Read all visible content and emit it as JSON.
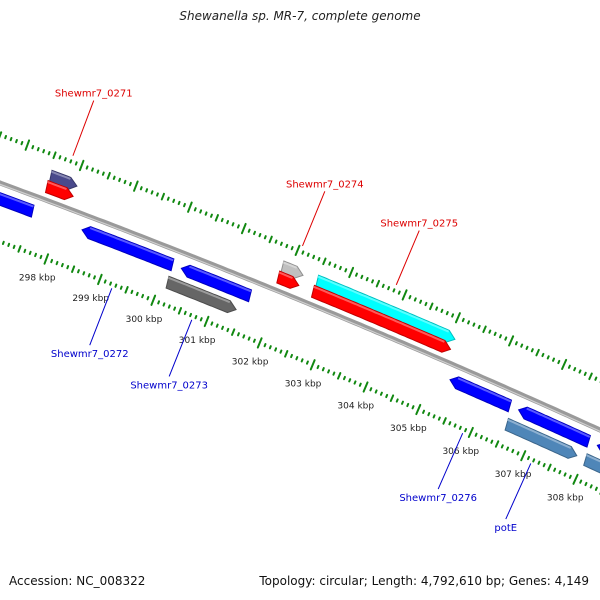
{
  "title": "Shewanella sp. MR-7, complete genome",
  "footer": {
    "accession": "Accession: NC_008322",
    "summary": "Topology: circular; Length: 4,792,610 bp; Genes: 4,149"
  },
  "colors": {
    "backbone": "#8a8a8a",
    "ticks": "#118811",
    "label_forward": "#dd0000",
    "label_reverse": "#0000cc"
  },
  "tick_labels": [
    "298 kbp",
    "299 kbp",
    "300 kbp",
    "301 kbp",
    "302 kbp",
    "303 kbp",
    "304 kbp",
    "305 kbp",
    "306 kbp",
    "307 kbp",
    "308 kbp"
  ],
  "tick_kbp": [
    298,
    299,
    300,
    301,
    302,
    303,
    304,
    305,
    306,
    307,
    308
  ],
  "genes": [
    {
      "name": "Shewmr7_0271",
      "start_kbp": 297.55,
      "end_kbp": 298.05,
      "track": "outer2",
      "color": "#4a4a8c",
      "strand": "+",
      "label": "Shewmr7_0271",
      "label_side": "top"
    },
    {
      "name": "gene-a",
      "start_kbp": 297.55,
      "end_kbp": 298.05,
      "track": "outer1",
      "color": "#ff0000",
      "strand": "+",
      "label": ""
    },
    {
      "name": "gene-b",
      "start_kbp": 296.0,
      "end_kbp": 297.5,
      "track": "inner1",
      "color": "#0000ff",
      "strand": "-",
      "label": ""
    },
    {
      "name": "Shewmr7_0272",
      "start_kbp": 298.4,
      "end_kbp": 300.1,
      "track": "inner1",
      "color": "#0000ff",
      "strand": "-",
      "label": "Shewmr7_0272",
      "label_side": "bottom"
    },
    {
      "name": "gene-c",
      "start_kbp": 300.25,
      "end_kbp": 301.55,
      "track": "inner1",
      "color": "#0000ff",
      "strand": "-",
      "label": ""
    },
    {
      "name": "Shewmr7_0273",
      "start_kbp": 300.1,
      "end_kbp": 301.4,
      "track": "inner2",
      "color": "#666666",
      "strand": "+",
      "label": "Shewmr7_0273",
      "label_side": "bottom"
    },
    {
      "name": "Shewmr7_0274",
      "start_kbp": 301.85,
      "end_kbp": 302.25,
      "track": "outer2",
      "color": "#c0c0c0",
      "strand": "+",
      "label": "Shewmr7_0274",
      "label_side": "top"
    },
    {
      "name": "gene-d",
      "start_kbp": 301.85,
      "end_kbp": 302.25,
      "track": "outer1",
      "color": "#ff0000",
      "strand": "+",
      "label": ""
    },
    {
      "name": "Shewmr7_0275",
      "start_kbp": 302.5,
      "end_kbp": 305.1,
      "track": "outer2",
      "color": "#00ffff",
      "strand": "+",
      "label": "Shewmr7_0275",
      "label_side": "top"
    },
    {
      "name": "gene-e",
      "start_kbp": 302.5,
      "end_kbp": 305.1,
      "track": "outer1",
      "color": "#ff0000",
      "strand": "+",
      "label": ""
    },
    {
      "name": "Shewmr7_0276",
      "start_kbp": 305.3,
      "end_kbp": 306.45,
      "track": "inner1",
      "color": "#0000ff",
      "strand": "-",
      "label": "Shewmr7_0276",
      "label_side": "bottom"
    },
    {
      "name": "gene-f",
      "start_kbp": 306.6,
      "end_kbp": 307.95,
      "track": "inner1",
      "color": "#0000ff",
      "strand": "-",
      "label": ""
    },
    {
      "name": "gene-g",
      "start_kbp": 308.1,
      "end_kbp": 309.5,
      "track": "inner1",
      "color": "#0000ff",
      "strand": "-",
      "label": ""
    },
    {
      "name": "potE",
      "start_kbp": 306.5,
      "end_kbp": 307.85,
      "track": "inner2",
      "color": "#4f86b8",
      "strand": "+",
      "label": "potE",
      "label_side": "bottom"
    },
    {
      "name": "gene-h",
      "start_kbp": 308.0,
      "end_kbp": 309.5,
      "track": "inner2",
      "color": "#4f86b8",
      "strand": "+",
      "label": ""
    }
  ]
}
